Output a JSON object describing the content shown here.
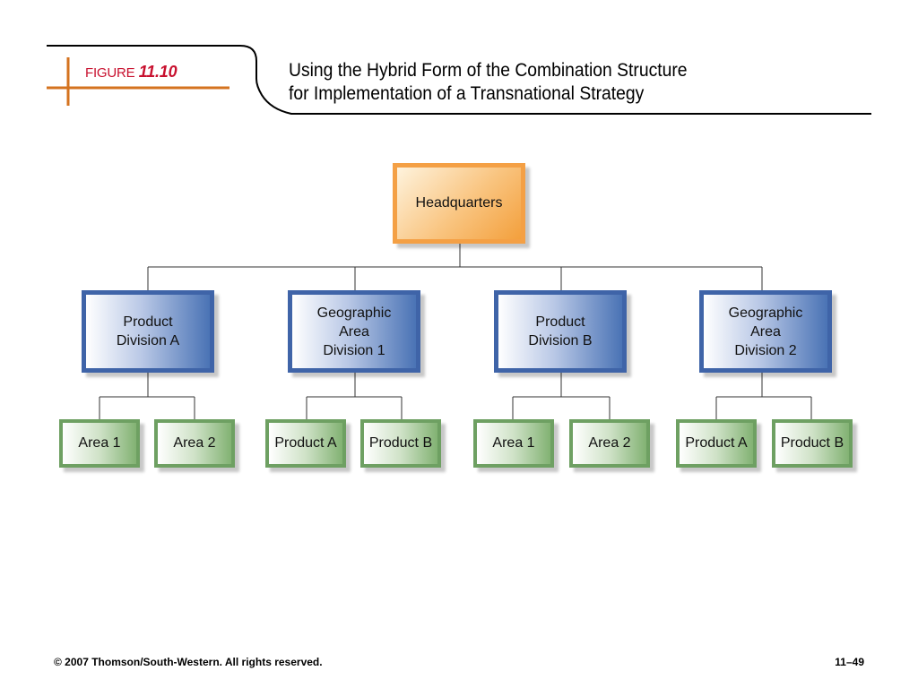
{
  "figure": {
    "word": "FIGURE",
    "number": "11.10"
  },
  "title": {
    "line1": "Using the Hybrid Form of the Combination Structure",
    "line2": "for Implementation of a Transnational Strategy"
  },
  "colors": {
    "accent_orange": "#d4731f",
    "figure_red": "#c8102e",
    "headquarters_border": "#f4a045",
    "division_border": "#3f64a8",
    "subunit_border": "#6ea062"
  },
  "org_chart": {
    "root": "Headquarters",
    "divisions": [
      {
        "label": "Product\nDivision A",
        "children": [
          "Area 1",
          "Area 2"
        ]
      },
      {
        "label": "Geographic\nArea\nDivision 1",
        "children": [
          "Product A",
          "Product B"
        ]
      },
      {
        "label": "Product\nDivision B",
        "children": [
          "Area 1",
          "Area 2"
        ]
      },
      {
        "label": "Geographic\nArea\nDivision 2",
        "children": [
          "Product A",
          "Product B"
        ]
      }
    ]
  },
  "footer": {
    "copyright": "© 2007 Thomson/South-Western. All rights reserved.",
    "page": "11–49"
  }
}
